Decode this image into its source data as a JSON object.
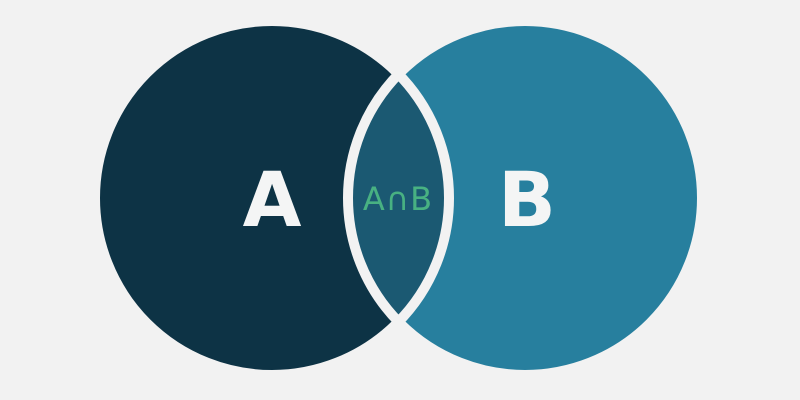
{
  "diagram": {
    "type": "venn",
    "background_color": "#f2f2f2",
    "outline_color": "#f2f2f2",
    "outline_width": "10",
    "sets": [
      {
        "label": "A",
        "fill_color": "#0d3345",
        "label_color": "#f4f5f5"
      },
      {
        "label": "B",
        "fill_color": "#277f9e",
        "label_color": "#f4f5f5"
      }
    ],
    "intersection": {
      "label": "A∩B",
      "fill_color": "#1b5972",
      "label_color": "#48b182"
    }
  }
}
